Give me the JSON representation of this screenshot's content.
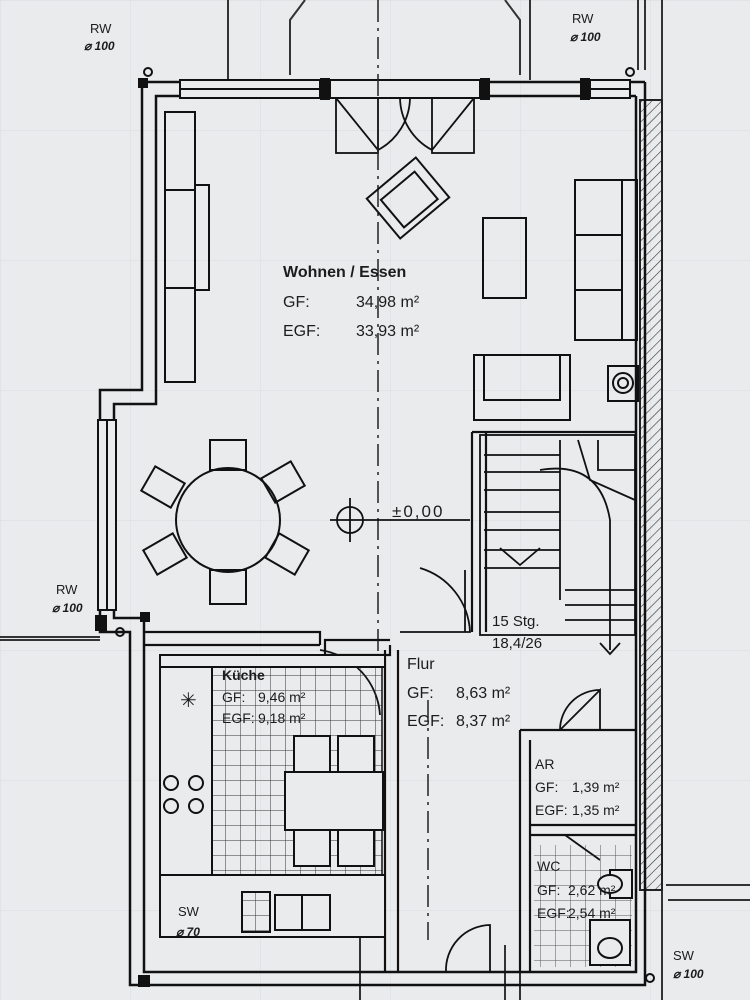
{
  "rooms": {
    "wohnen": {
      "name": "Wohnen / Essen",
      "gf_label": "GF:",
      "gf_value": "34,98 m²",
      "egf_label": "EGF:",
      "egf_value": "33,93 m²"
    },
    "kueche": {
      "name": "Küche",
      "gf_label": "GF:",
      "gf_value": "9,46 m²",
      "egf_label": "EGF:",
      "egf_value": "9,18 m²"
    },
    "flur": {
      "name": "Flur",
      "gf_label": "GF:",
      "gf_value": "8,63 m²",
      "egf_label": "EGF:",
      "egf_value": "8,37 m²"
    },
    "ar": {
      "name": "AR",
      "gf_label": "GF:",
      "gf_value": "1,39 m²",
      "egf_label": "EGF:",
      "egf_value": "1,35 m²"
    },
    "wc": {
      "name": "WC",
      "gf_label": "GF:",
      "gf_value": "2,62 m²",
      "egf_label": "EGF:",
      "egf_value": "2,54 m²"
    }
  },
  "stairs": {
    "steps": "15 Stg.",
    "dimensions": "18,4/26"
  },
  "level_mark": "±0,00",
  "downpipes": [
    {
      "label": "RW",
      "size": "⌀ 100"
    },
    {
      "label": "RW",
      "size": "⌀ 100"
    },
    {
      "label": "RW",
      "size": "⌀ 100"
    },
    {
      "label": "SW",
      "size": "⌀ 70"
    },
    {
      "label": "SW",
      "size": "⌀ 100"
    }
  ],
  "colors": {
    "paper": "#e9ebed",
    "ink": "#1c1c1c"
  }
}
